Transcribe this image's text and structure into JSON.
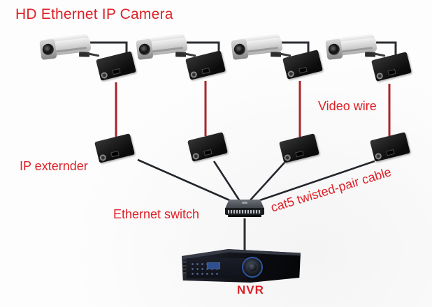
{
  "colors": {
    "label-red": "#de2026",
    "wire-red": "#a8262b",
    "line-dark": "#2a2e33",
    "bg": "#fdfdfd"
  },
  "title": "HD Ethernet IP Camera",
  "labels": {
    "video_wire": "Video wire",
    "ip_extender": "IP externder",
    "ethernet_switch": "Ethernet switch",
    "cat5": "cat5 twisted-pair cable",
    "nvr": "NVR"
  },
  "icons": {
    "camera": "ip-camera-icon",
    "extender": "ip-extender-icon",
    "switch": "ethernet-switch-icon",
    "nvr": "nvr-icon"
  },
  "devices": {
    "camera_count": 4,
    "extender_count": 8,
    "switch_count": 1,
    "nvr_count": 1
  }
}
